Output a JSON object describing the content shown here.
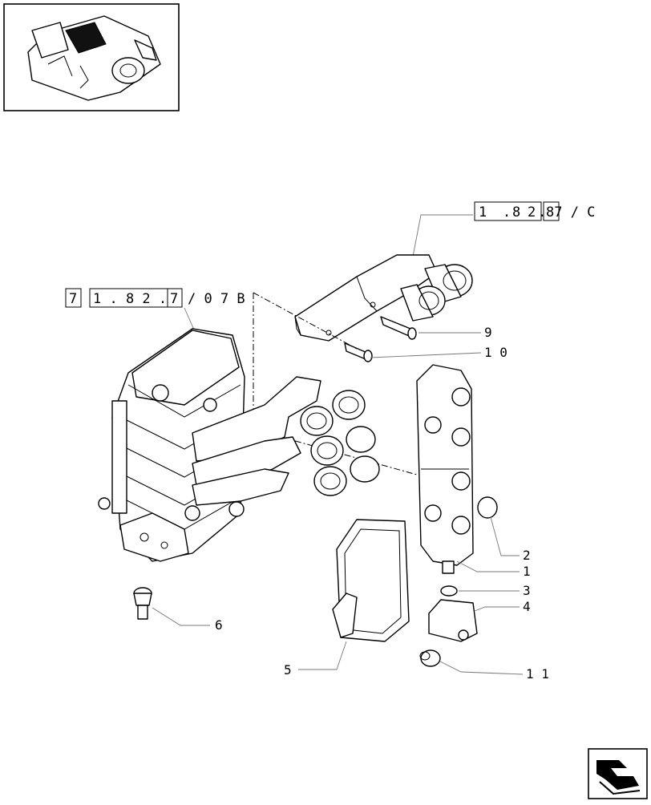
{
  "diagram": {
    "references": {
      "ref_top": {
        "boxed": [
          "1",
          "8",
          "2"
        ],
        "suffix": "87 / C",
        "box_c": "8"
      },
      "ref_left": {
        "boxed_a": "7",
        "boxed_b": "1 . 8 2 .",
        "boxed_c": "7",
        "suffix": "/ 0 7 B"
      }
    },
    "part_labels": [
      "9",
      "1 0",
      "2",
      "1",
      "3",
      "4",
      "6",
      "5",
      "1 1"
    ],
    "icons": {
      "thumbnail": "assembly-thumbnail-icon",
      "nav": "next-page-arrow-icon"
    }
  }
}
